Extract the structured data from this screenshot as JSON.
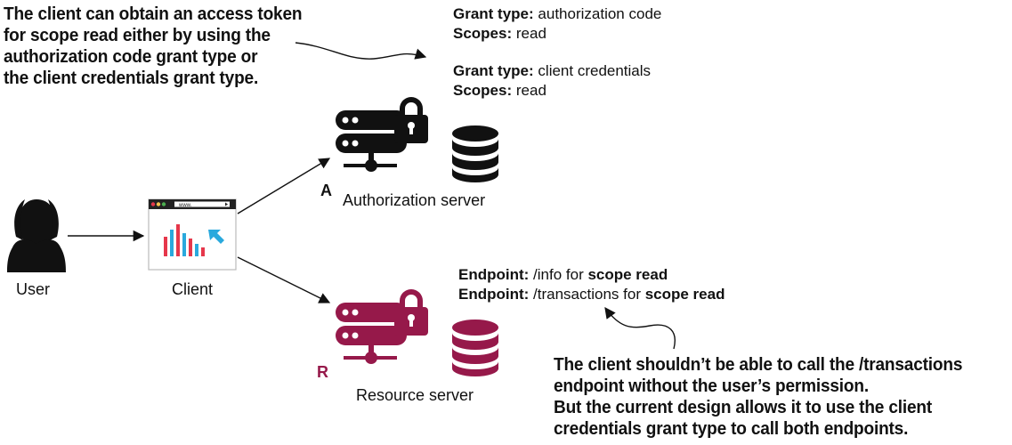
{
  "top_note": [
    "The client can obtain an access token",
    "for scope read either by using the",
    "authorization code grant type or",
    "the client credentials grant type."
  ],
  "grants": [
    {
      "type_label": "Grant type:",
      "type_value": "authorization code",
      "scope_label": "Scopes:",
      "scope_value": "read"
    },
    {
      "type_label": "Grant type:",
      "type_value": "client credentials",
      "scope_label": "Scopes:",
      "scope_value": "read"
    }
  ],
  "auth_server": {
    "letter": "A",
    "label": "Authorization server",
    "color": "#111111"
  },
  "resource_server": {
    "letter": "R",
    "label": "Resource server",
    "color": "#96194a"
  },
  "endpoints": [
    {
      "label": "Endpoint:",
      "path": " /info for ",
      "scope": "scope read"
    },
    {
      "label": "Endpoint:",
      "path": " /transactions for ",
      "scope": "scope read"
    }
  ],
  "user": {
    "label": "User"
  },
  "client": {
    "label": "Client",
    "url_text": "www."
  },
  "bottom_note": [
    "The client shouldn’t be able to call the /transactions",
    "endpoint without the user’s permission.",
    "But the current design allows it to use the client",
    "credentials grant type to call both endpoints."
  ]
}
